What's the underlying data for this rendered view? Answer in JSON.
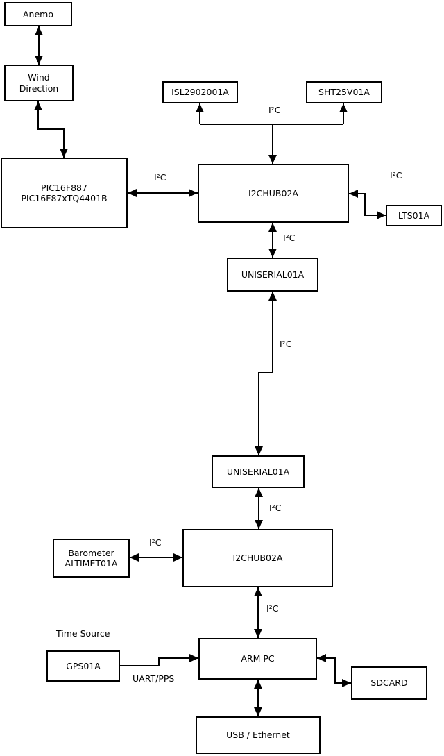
{
  "nodes": {
    "anemo": {
      "label": "Anemo"
    },
    "wind_direction": {
      "line1": "Wind",
      "line2": "Direction"
    },
    "pic": {
      "line1": "PIC16F887",
      "line2": "PIC16F87xTQ4401B"
    },
    "isl": {
      "label": "ISL2902001A"
    },
    "sht": {
      "label": "SHT25V01A"
    },
    "hub1": {
      "label": "I2CHUB02A"
    },
    "lts": {
      "label": "LTS01A"
    },
    "uniserial1": {
      "label": "UNISERIAL01A"
    },
    "uniserial2": {
      "label": "UNISERIAL01A"
    },
    "barometer": {
      "line1": "Barometer",
      "line2": "ALTIMET01A"
    },
    "hub2": {
      "label": "I2CHUB02A"
    },
    "gps": {
      "label": "GPS01A"
    },
    "armpc": {
      "label": "ARM PC"
    },
    "sdcard": {
      "label": "SDCARD"
    },
    "usb_ethernet": {
      "label": "USB / Ethernet"
    }
  },
  "edge_labels": {
    "i2c_pic_hub1": "I²C",
    "i2c_isl_sht": "I²C",
    "i2c_lts": "I²C",
    "i2c_hub1_uniserial1": "I²C",
    "i2c_uniserial_link": "I²C",
    "i2c_uniserial2_hub2": "I²C",
    "i2c_barometer_hub2": "I²C",
    "i2c_hub2_armpc": "I²C",
    "uart_pps": "UART/PPS",
    "time_source": "Time Source"
  },
  "connections": [
    {
      "from": "Anemo",
      "to": "Wind Direction",
      "bidirectional": true
    },
    {
      "from": "Wind Direction",
      "to": "PIC16F887 PIC16F87xTQ4401B",
      "bidirectional": true
    },
    {
      "from": "PIC16F887 PIC16F87xTQ4401B",
      "to": "I2CHUB02A (upper)",
      "bidirectional": true,
      "label": "I²C"
    },
    {
      "from": "I2CHUB02A (upper)",
      "to": "ISL2902001A",
      "bidirectional": false,
      "label": "I²C"
    },
    {
      "from": "I2CHUB02A (upper)",
      "to": "SHT25V01A",
      "bidirectional": false,
      "label": "I²C"
    },
    {
      "from": "I2CHUB02A (upper)",
      "to": "LTS01A",
      "bidirectional": true,
      "label": "I²C"
    },
    {
      "from": "I2CHUB02A (upper)",
      "to": "UNISERIAL01A (upper)",
      "bidirectional": true,
      "label": "I²C"
    },
    {
      "from": "UNISERIAL01A (upper)",
      "to": "UNISERIAL01A (lower)",
      "bidirectional": true,
      "label": "I²C"
    },
    {
      "from": "UNISERIAL01A (lower)",
      "to": "I2CHUB02A (lower)",
      "bidirectional": true,
      "label": "I²C"
    },
    {
      "from": "Barometer ALTIMET01A",
      "to": "I2CHUB02A (lower)",
      "bidirectional": true,
      "label": "I²C"
    },
    {
      "from": "I2CHUB02A (lower)",
      "to": "ARM PC",
      "bidirectional": true,
      "label": "I²C"
    },
    {
      "from": "GPS01A",
      "to": "ARM PC",
      "bidirectional": false,
      "label": "UART/PPS",
      "note": "Time Source"
    },
    {
      "from": "ARM PC",
      "to": "SDCARD",
      "bidirectional": true
    },
    {
      "from": "ARM PC",
      "to": "USB / Ethernet",
      "bidirectional": true
    }
  ],
  "colors": {
    "background": "#ffffff",
    "line": "#000000",
    "box_border": "#000000",
    "text": "#000000"
  }
}
